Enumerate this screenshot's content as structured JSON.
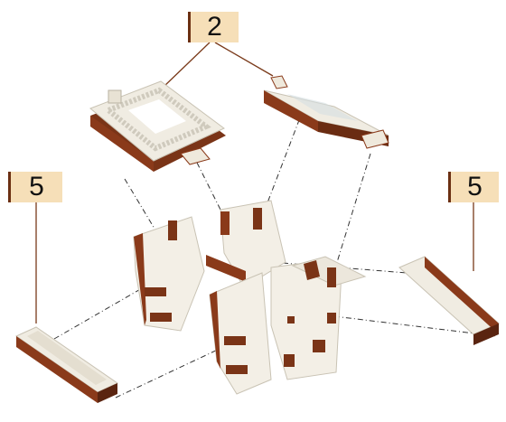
{
  "callouts": {
    "top": "2",
    "left": "5",
    "right": "5"
  },
  "colors": {
    "callout_fill": "#f6dfb8",
    "callout_edge": "#6b2f12",
    "wood_face": "#f3efe6",
    "wood_edge": "#8a3a1a",
    "wood_dark": "#5a2410",
    "engraving": "#d8d8d0"
  }
}
